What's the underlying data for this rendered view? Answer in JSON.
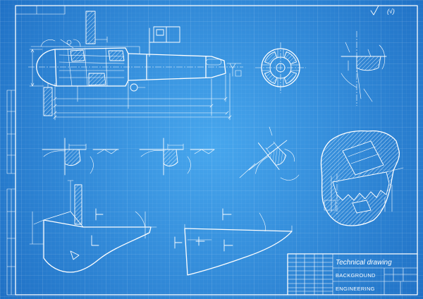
{
  "title_block": {
    "title": "Technical drawing",
    "subtitle_1": "BACKGROUND",
    "subtitle_2": "ENGINEERING"
  },
  "roughness": {
    "label": "(√)",
    "icon": "surface-roughness-icon"
  },
  "colors": {
    "background_center": "#47a7ee",
    "background_edge": "#1e6fc4",
    "line": "#ffffff"
  }
}
